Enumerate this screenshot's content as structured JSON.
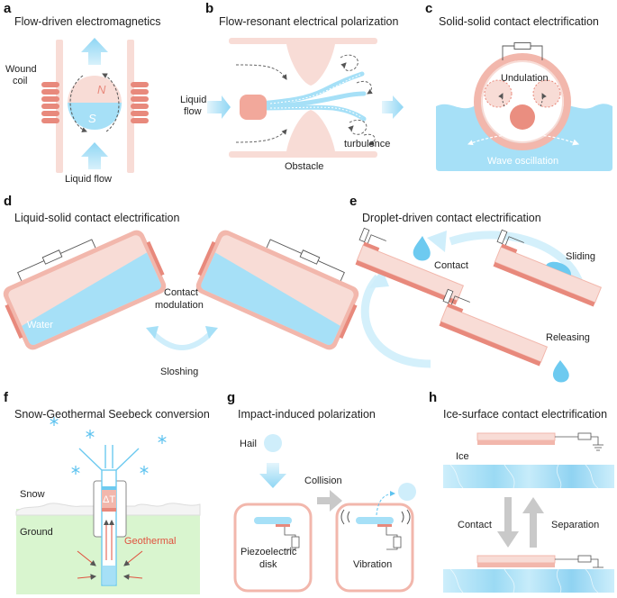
{
  "colors": {
    "pink_light": "#f8dcd6",
    "pink_mid": "#f2b7ac",
    "pink_dark": "#e8897c",
    "blue_light": "#cfeefb",
    "blue_mid": "#a6e0f7",
    "blue_dark": "#6dcaf0",
    "ground_green": "#d9f5cf",
    "text_red": "#e0523f"
  },
  "panels": {
    "a": {
      "letter": "a",
      "title": "Flow-driven electromagnetics",
      "coil_label_1": "Wound",
      "coil_label_2": "coil",
      "north": "N",
      "south": "S",
      "flow_label": "Liquid flow"
    },
    "b": {
      "letter": "b",
      "title": "Flow-resonant electrical polarization",
      "flow_label_1": "Liquid",
      "flow_label_2": "flow",
      "turbulence_label": "turbulence",
      "obstacle_label": "Obstacle"
    },
    "c": {
      "letter": "c",
      "title": "Solid-solid contact electrification",
      "undulation_label": "Undulation",
      "wave_label": "Wave oscillation"
    },
    "d": {
      "letter": "d",
      "title": "Liquid-solid contact electrification",
      "water_label": "Water",
      "contact_label_1": "Contact",
      "contact_label_2": "modulation",
      "sloshing_label": "Sloshing"
    },
    "e": {
      "letter": "e",
      "title": "Droplet-driven contact electrification",
      "contact_label": "Contact",
      "sliding_label": "Sliding",
      "releasing_label": "Releasing"
    },
    "f": {
      "letter": "f",
      "title": "Snow-Geothermal Seebeck conversion",
      "snow_label": "Snow",
      "ground_label": "Ground",
      "delta_t": "ΔT",
      "geothermal_label": "Geothermal"
    },
    "g": {
      "letter": "g",
      "title": "Impact-induced polarization",
      "hail_label": "Hail",
      "collision_label": "Collision",
      "piezo_label_1": "Piezoelectric",
      "piezo_label_2": "disk",
      "vibration_label": "Vibration"
    },
    "h": {
      "letter": "h",
      "title": "Ice-surface contact electrification",
      "ice_label": "Ice",
      "contact_label": "Contact",
      "separation_label": "Separation"
    }
  },
  "icons": [
    "snowflake-icon",
    "resistor-icon",
    "ground-icon",
    "arrow-icon"
  ]
}
